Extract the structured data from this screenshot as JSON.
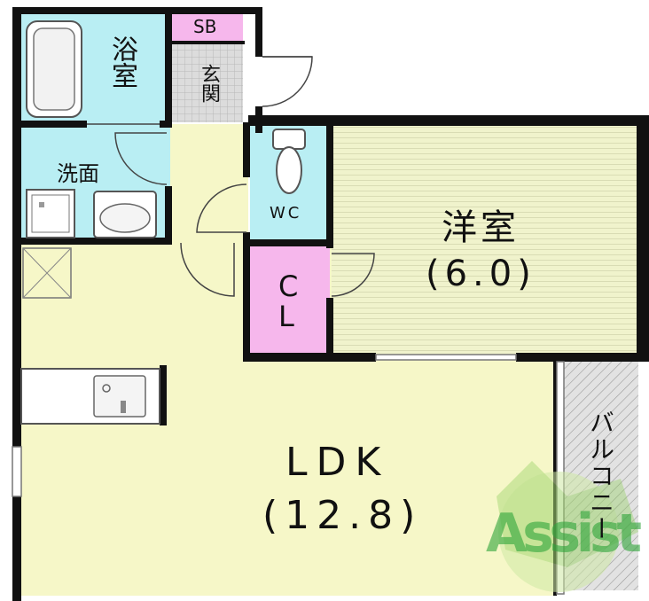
{
  "rooms": {
    "bathroom": "浴室",
    "entrance": "玄関",
    "shoe_box": "SB",
    "washroom": "洗面",
    "toilet": "WC",
    "closet": "CL",
    "western_room": "洋室",
    "western_room_size": "(6.0)",
    "ldk": "LDK",
    "ldk_size": "(12.8)",
    "balcony": "バルコニー"
  },
  "watermark": {
    "text": "Assist"
  },
  "colors": {
    "wall": "#111111",
    "wet_area": "#b9eef3",
    "closet": "#f6b7ec",
    "western_room": "#f0f3cc",
    "ldk": "#f6f7c8",
    "entrance_tile": "#cfcfcf",
    "balcony": "#d8d8d8",
    "watermark_green": "#2fa53a"
  }
}
